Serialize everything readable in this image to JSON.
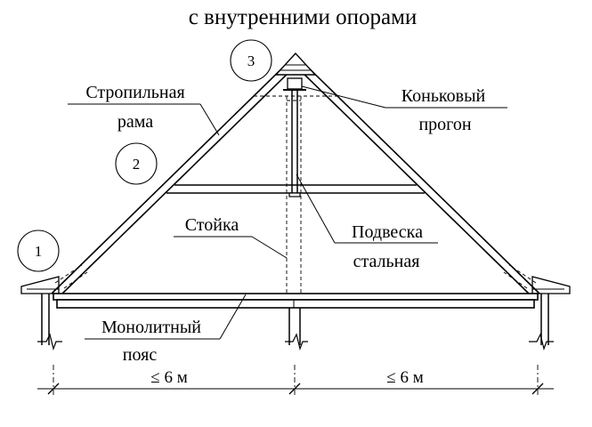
{
  "title": "с внутренними опорами",
  "labels": {
    "rafter_frame_line1": "Стропильная",
    "rafter_frame_line2": "рама",
    "ridge_purlin_line1": "Коньковый",
    "ridge_purlin_line2": "прогон",
    "post": "Стойка",
    "hanger_line1": "Подвеска",
    "hanger_line2": "стальная",
    "belt_line1": "Монолитный",
    "belt_line2": "пояс"
  },
  "markers": [
    "1",
    "2",
    "3"
  ],
  "spans": [
    "≤ 6 м",
    "≤ 6 м"
  ]
}
